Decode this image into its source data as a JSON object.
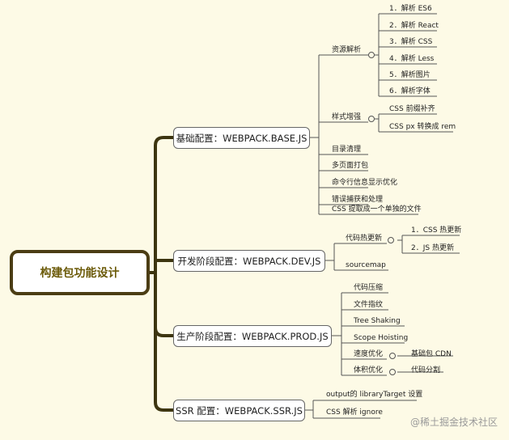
{
  "root": "构建包功能设计",
  "branches": [
    {
      "label": "基础配置：WEBPACK.BASE.JS",
      "children": [
        {
          "label": "资源解析",
          "children": [
            "1．解析 ES6",
            "2．解析 React",
            "3．解析 CSS",
            "4．解析 Less",
            "5．解析图片",
            "6．解析字体"
          ]
        },
        {
          "label": "样式增强",
          "children": [
            "CSS 前缀补齐",
            "CSS px 转换成 rem"
          ]
        },
        {
          "label": "目录清理"
        },
        {
          "label": "多页面打包"
        },
        {
          "label": "命令行信息显示优化"
        },
        {
          "label": "错误捕获和处理"
        },
        {
          "label": "CSS 提取成一个单独的文件"
        }
      ]
    },
    {
      "label": "开发阶段配置：WEBPACK.DEV.JS",
      "children": [
        {
          "label": "代码热更新",
          "children": [
            "1．CSS 热更新",
            "2．JS 热更新"
          ]
        },
        {
          "label": "sourcemap"
        }
      ]
    },
    {
      "label": "生产阶段配置：WEBPACK.PROD.JS",
      "children": [
        {
          "label": "代码压缩"
        },
        {
          "label": "文件指纹"
        },
        {
          "label": "Tree Shaking"
        },
        {
          "label": "Scope Hoisting"
        },
        {
          "label": "速度优化",
          "children": [
            "基础包 CDN"
          ]
        },
        {
          "label": "体积优化",
          "children": [
            "代码分割"
          ]
        }
      ]
    },
    {
      "label": "SSR 配置：WEBPACK.SSR.JS",
      "children": [
        {
          "label": "output的 libraryTarget 设置"
        },
        {
          "label": "CSS 解析 ignore"
        }
      ]
    }
  ],
  "watermark": "@稀土掘金技术社区",
  "colors": {
    "background": "#fdfae6",
    "root_border": "#4b3d14",
    "root_text": "#6b5a08",
    "main_connector": "#3d3510",
    "line": "#555555"
  }
}
